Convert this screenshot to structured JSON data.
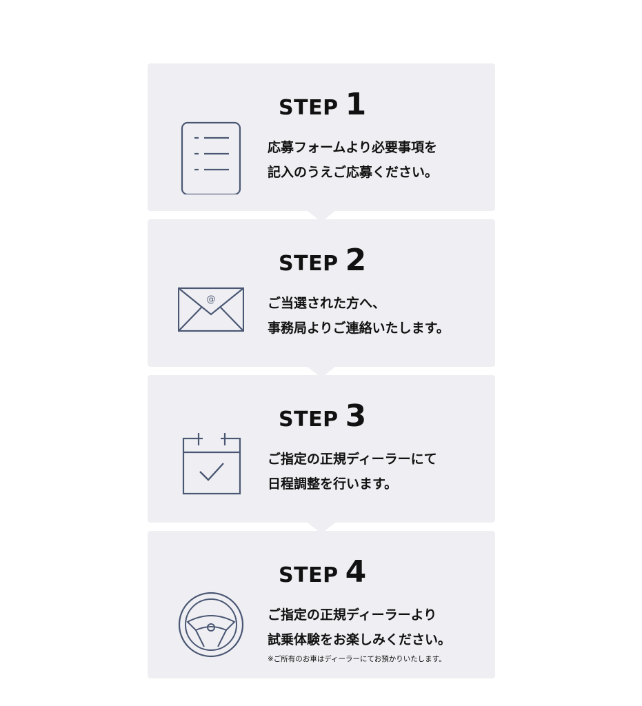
{
  "steps": [
    {
      "word": "STEP",
      "number": "1",
      "lines": [
        "応募フォームより必要事項を",
        "記入のうえご応募ください。"
      ],
      "icon": "form-document-icon"
    },
    {
      "word": "STEP",
      "number": "2",
      "lines": [
        "ご当選された方へ、",
        "事務局よりご連絡いたします。"
      ],
      "icon": "email-envelope-icon"
    },
    {
      "word": "STEP",
      "number": "3",
      "lines": [
        "ご指定の正規ディーラーにて",
        "日程調整を行います。"
      ],
      "icon": "calendar-check-icon"
    },
    {
      "word": "STEP",
      "number": "4",
      "lines": [
        "ご指定の正規ディーラーより",
        "試乗体験をお楽しみください。"
      ],
      "note": "※ご所有のお車はディーラーにてお預かりいたします。",
      "icon": "steering-wheel-icon"
    }
  ],
  "colors": {
    "card_background": "#efeff3",
    "icon_stroke": "#4a5773",
    "text": "#111111"
  }
}
